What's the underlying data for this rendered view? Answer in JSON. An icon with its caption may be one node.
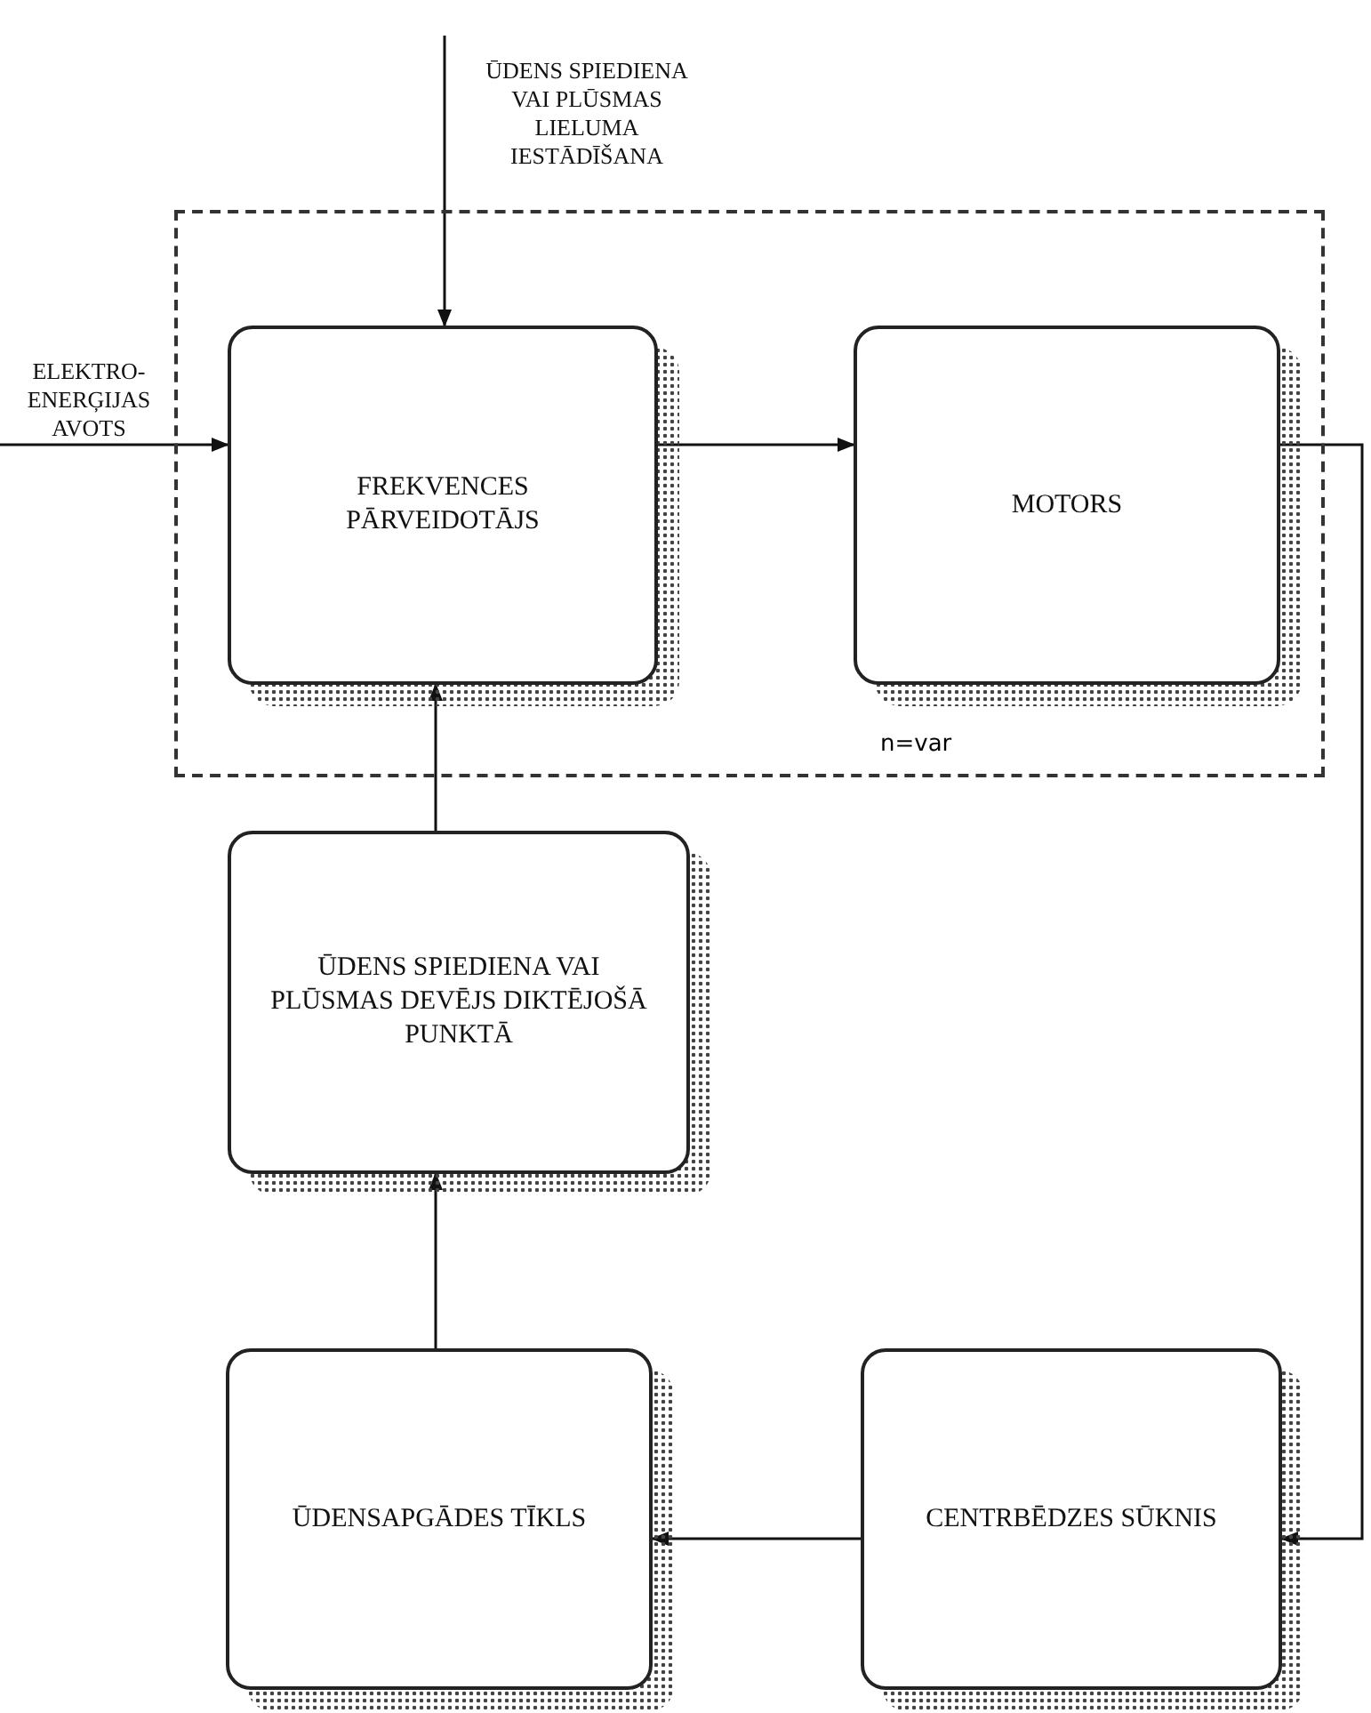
{
  "diagram": {
    "nodes": [
      {
        "text": [],
        "shape": "box"
      },
      {
        "text": [
          "FREKVENCES PĀRVEIDOTĀJS"
        ],
        "in": 0
      },
      {
        "text": [
          "MOTORS"
        ],
        "in": 0,
        "beside": [
          "n=var"
        ]
      },
      {
        "text": [
          "ŪDENS SPIEDIENA VAI PLŪSMAS LIELUMA IESTĀDĪŠANA"
        ]
      },
      {
        "text": [
          "ELEKTRO- ENERĢIJAS AVOTS"
        ]
      },
      {
        "text": [
          "ŪDENS SPIEDIENA VAI PLŪSMAS DEVĒJS DIKTĒJOŠĀ PUNKTĀ"
        ]
      },
      {
        "text": [
          "ŪDENSAPGĀDES TĪKLS"
        ]
      },
      {
        "text": [
          "CENTRBĒDZES SŪKNIS"
        ]
      }
    ],
    "edges": [
      {
        "from": 3,
        "to": 1,
        "arrow": "to"
      },
      {
        "from": 4,
        "to": 1,
        "arrow": "to"
      },
      {
        "from": 1,
        "to": 2,
        "arrow": "to"
      },
      {
        "from": 2,
        "to": 7,
        "arrow": "to"
      },
      {
        "from": 7,
        "to": 6,
        "arrow": "to"
      },
      {
        "from": 6,
        "to": 5,
        "arrow": "to"
      },
      {
        "from": 5,
        "to": 1,
        "arrow": "to"
      }
    ]
  }
}
